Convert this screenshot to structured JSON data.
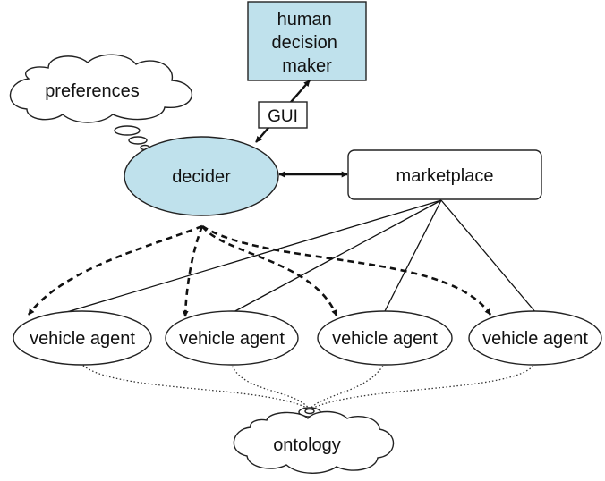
{
  "colors": {
    "accent_fill": "#bfe1ec",
    "line": "#111111",
    "box_fill": "#ffffff"
  },
  "nodes": {
    "human": {
      "lines": [
        "human",
        "decision",
        "maker"
      ]
    },
    "gui": {
      "label": "GUI"
    },
    "preferences": {
      "label": "preferences"
    },
    "decider": {
      "label": "decider"
    },
    "marketplace": {
      "label": "marketplace"
    },
    "agents": [
      {
        "label": "vehicle agent"
      },
      {
        "label": "vehicle agent"
      },
      {
        "label": "vehicle agent"
      },
      {
        "label": "vehicle agent"
      }
    ],
    "ontology": {
      "label": "ontology"
    }
  }
}
